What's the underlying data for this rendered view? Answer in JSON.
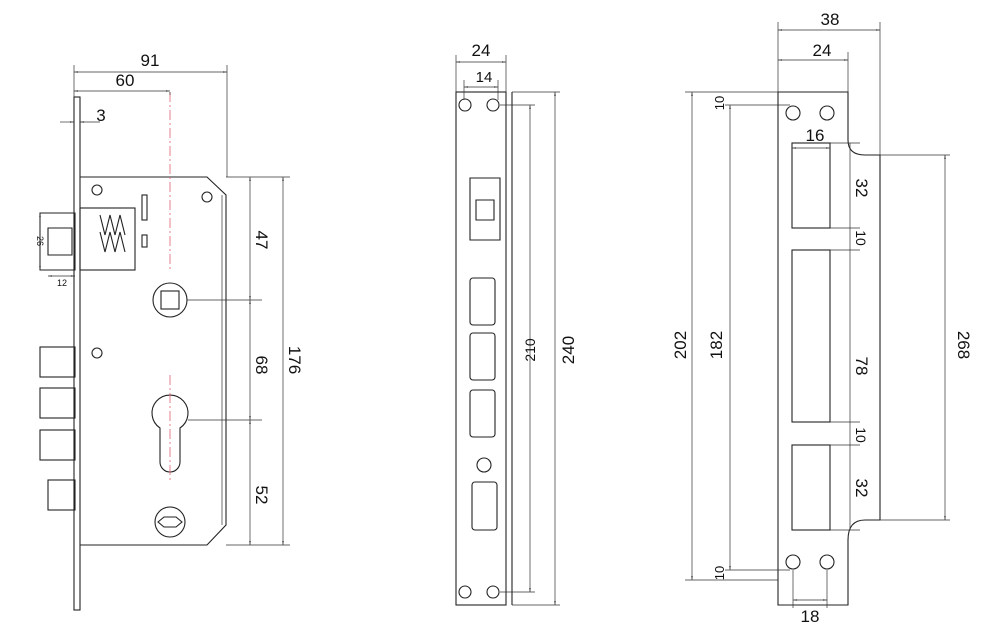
{
  "lock_body": {
    "width_total": "91",
    "backset": "60",
    "faceplate_thickness": "3",
    "latch_height": "26",
    "latch_throw": "12",
    "spindle_offset": "47",
    "spindle_to_cylinder": "68",
    "cylinder_to_bottom": "52",
    "case_height": "176"
  },
  "faceplate": {
    "width": "24",
    "hole_spacing": "14",
    "hole_pitch": "210",
    "length": "240"
  },
  "strike_plate": {
    "width_total": "38",
    "width": "24",
    "opening_width": "16",
    "top_margin": "10",
    "opening_top": "32",
    "gap_top": "10",
    "opening_middle": "78",
    "gap_bottom": "10",
    "opening_bottom": "32",
    "bottom_margin": "10",
    "hole_pitch": "182",
    "plate_length": "202",
    "lip_length": "268",
    "hole_spacing": "18"
  },
  "colors": {
    "line": "#222222",
    "centerline": "#e06070"
  }
}
